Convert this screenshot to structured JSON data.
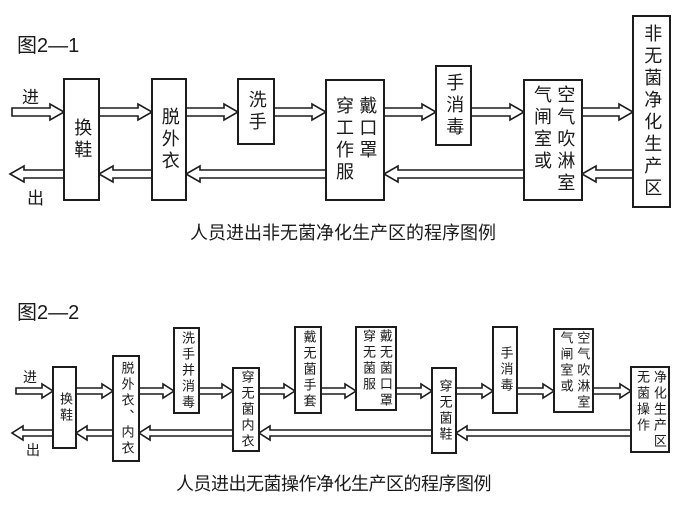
{
  "colors": {
    "line": "#1c1c1c",
    "text": "#1a1a1a",
    "background": "#ffffff"
  },
  "figure1": {
    "label": "图2—1",
    "enter": "进",
    "exit": "出",
    "caption": "人员进出非无菌净化生产区的程序图例",
    "boxes": [
      {
        "columns": [
          "换鞋"
        ]
      },
      {
        "columns": [
          "脱外衣"
        ]
      },
      {
        "columns": [
          "洗手"
        ]
      },
      {
        "columns": [
          "穿工作服",
          "戴口罩"
        ]
      },
      {
        "columns": [
          "手消毒"
        ]
      },
      {
        "columns": [
          "气闸室或",
          "空气吹淋室"
        ]
      },
      {
        "columns": [
          "非无菌净化生产区"
        ]
      }
    ]
  },
  "figure2": {
    "label": "图2—2",
    "enter": "进",
    "exit": "出",
    "caption": "人员进出无菌操作净化生产区的程序图例",
    "boxes": [
      {
        "columns": [
          "换鞋"
        ]
      },
      {
        "columns": [
          "脱外衣、内衣"
        ]
      },
      {
        "columns": [
          "洗手并消毒"
        ]
      },
      {
        "columns": [
          "穿无菌内衣"
        ]
      },
      {
        "columns": [
          "戴无菌手套"
        ]
      },
      {
        "columns": [
          "穿无菌服",
          "戴无菌口罩"
        ]
      },
      {
        "columns": [
          "穿无菌鞋"
        ]
      },
      {
        "columns": [
          "手消毒"
        ]
      },
      {
        "columns": [
          "气闸室或",
          "空气吹淋室"
        ]
      },
      {
        "columns": [
          "无菌操作",
          "净化生产区"
        ]
      }
    ]
  }
}
